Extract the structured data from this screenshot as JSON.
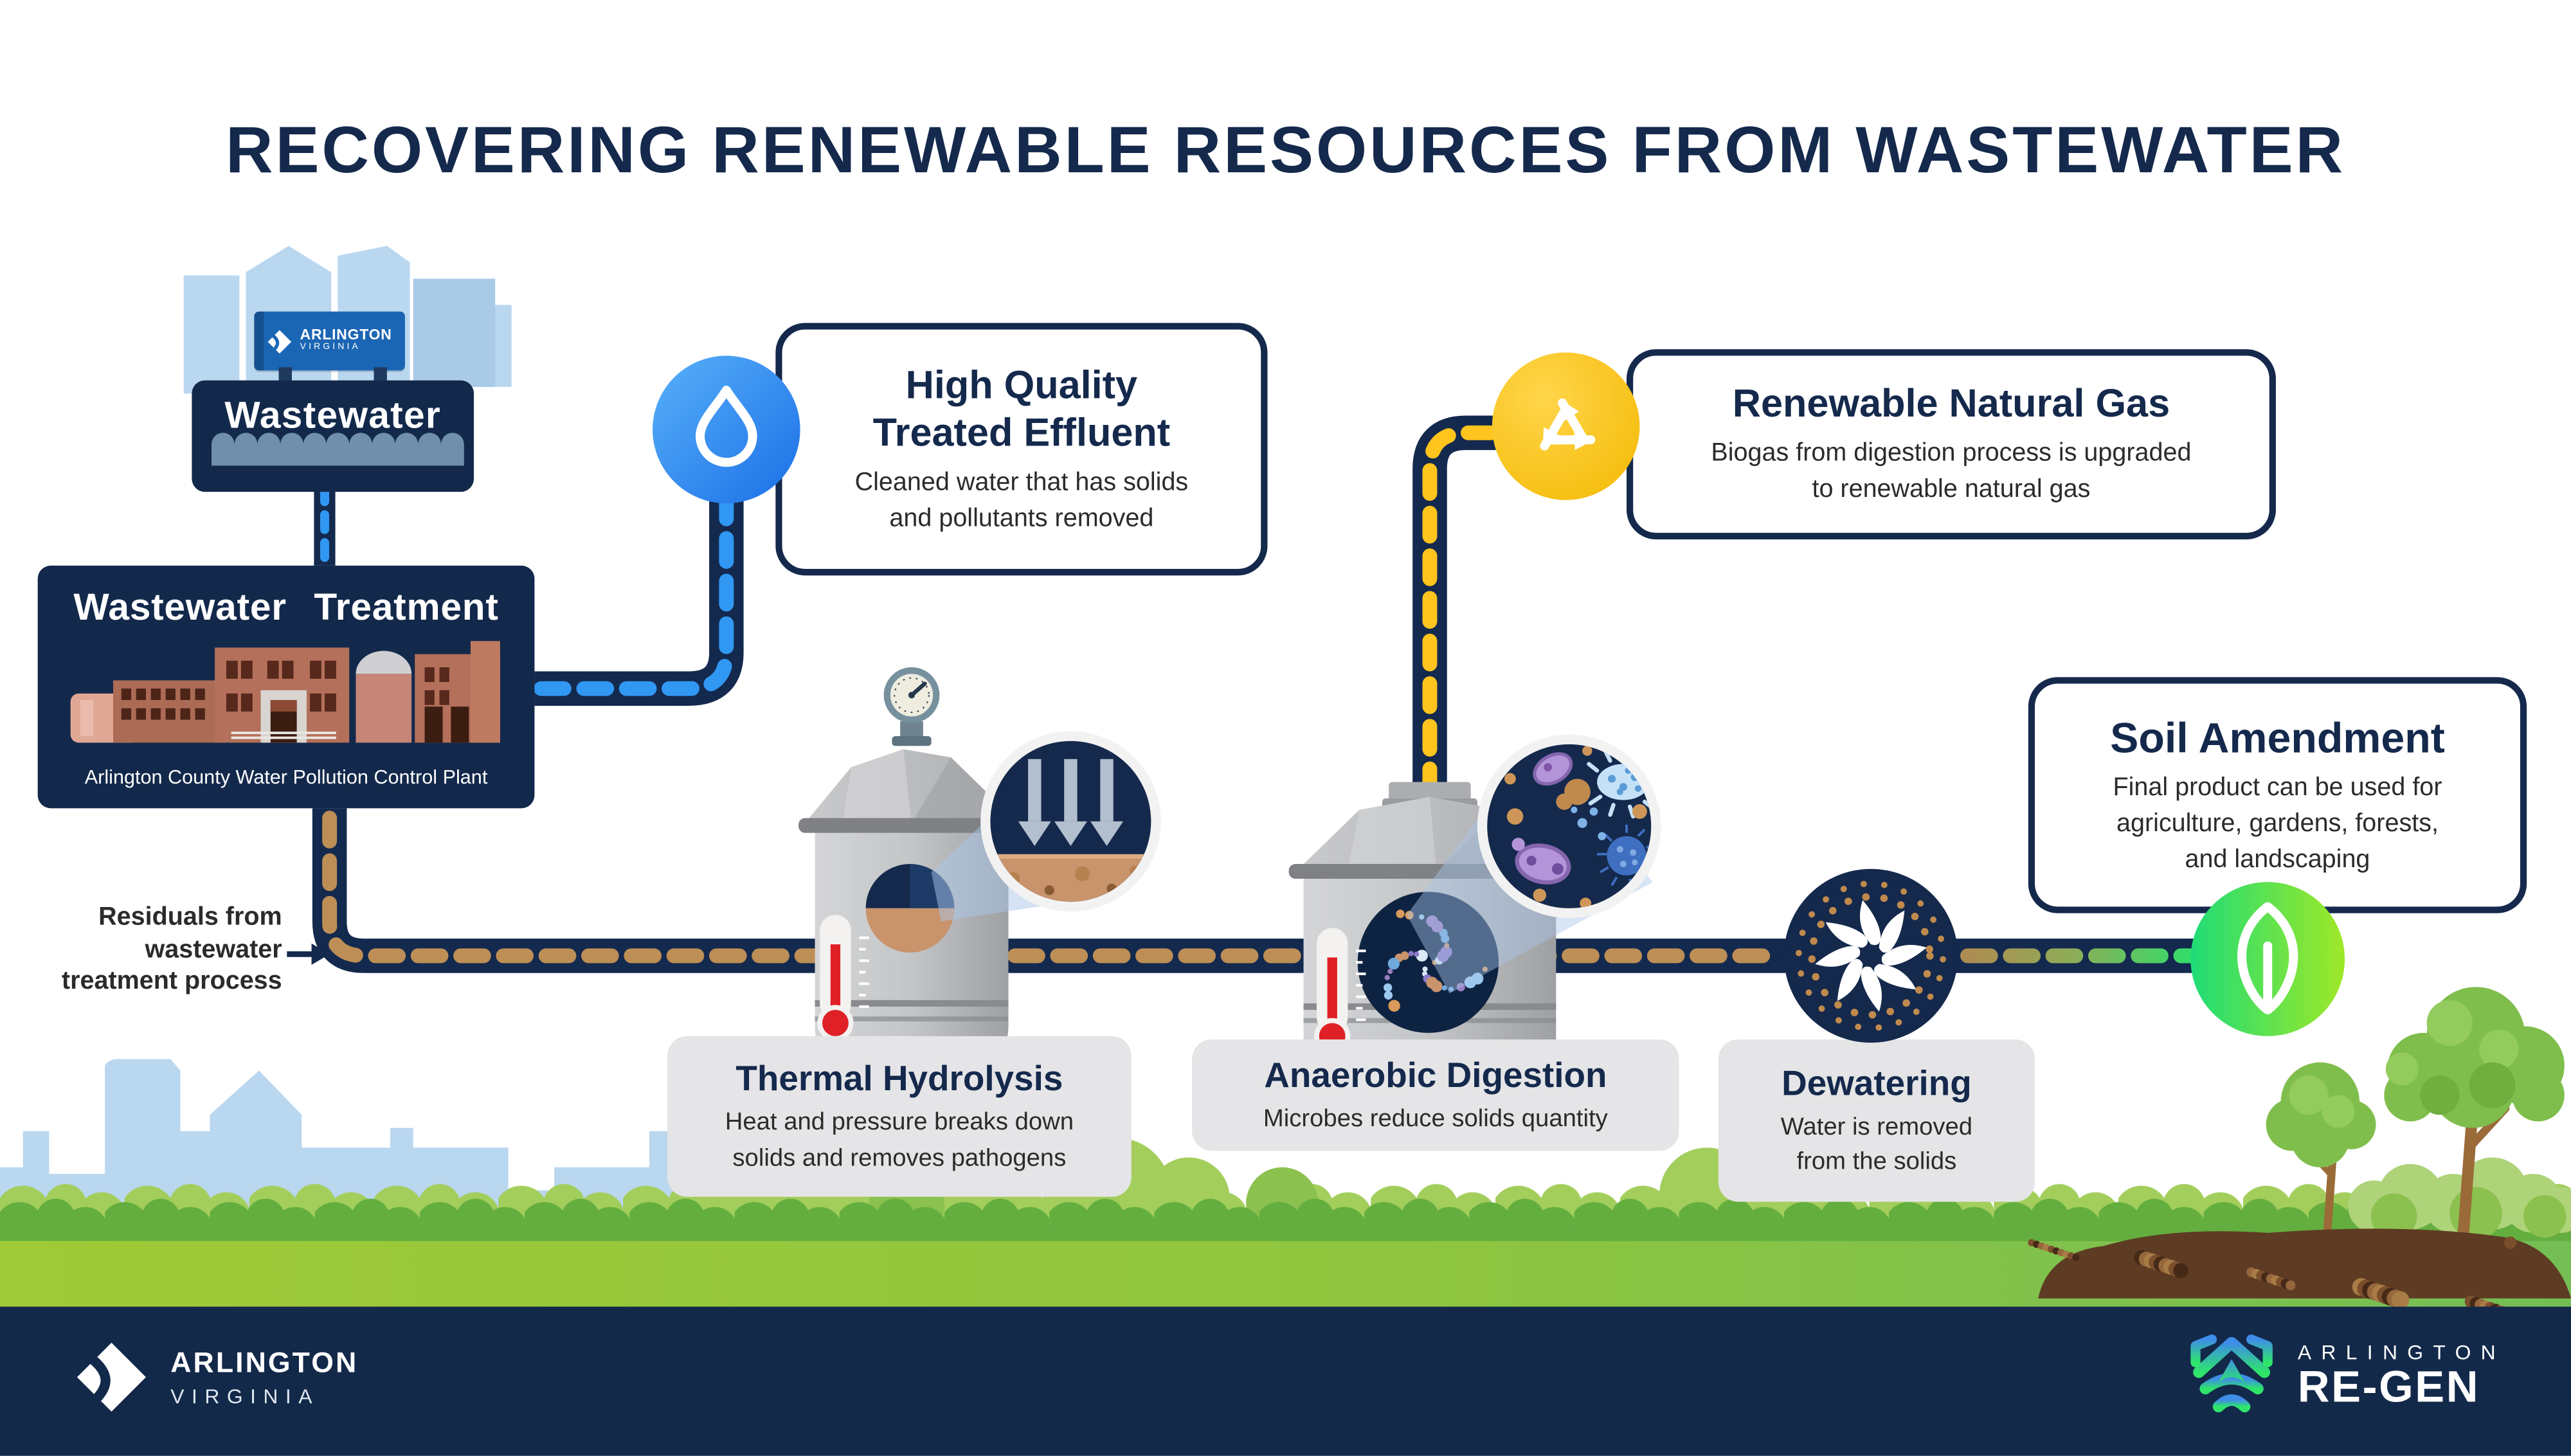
{
  "title": "RECOVERING RENEWABLE RESOURCES FROM WASTEWATER",
  "plant": {
    "sign": {
      "brand": "ARLINGTON",
      "region": "VIRGINIA"
    },
    "intake_label": "Wastewater",
    "treatment": {
      "title": "Wastewater Treatment",
      "caption": "Arlington County Water Pollution Control Plant"
    }
  },
  "residuals_label": "Residuals from\nwastewater\ntreatment process",
  "callouts": {
    "effluent": {
      "icon": "water-drop-icon",
      "title": "High Quality\nTreated Effluent",
      "body": "Cleaned water that has solids\nand pollutants removed"
    },
    "rng": {
      "icon": "recycle-icon",
      "title": "Renewable Natural Gas",
      "body": "Biogas from digestion process is upgraded\nto renewable natural gas"
    },
    "soil": {
      "icon": "leaf-icon",
      "title": "Soil Amendment",
      "body": "Final product can be used for\nagriculture, gardens, forests,\nand landscaping"
    }
  },
  "stages": {
    "thermal": {
      "title": "Thermal Hydrolysis",
      "body": "Heat and pressure breaks down\nsolids and removes pathogens"
    },
    "digestion": {
      "title": "Anaerobic Digestion",
      "body": "Microbes reduce solids quantity"
    },
    "dewatering": {
      "title": "Dewatering",
      "body": "Water is removed\nfrom the solids"
    }
  },
  "footer": {
    "county": {
      "name": "ARLINGTON",
      "region": "VIRGINIA"
    },
    "regen": {
      "top": "ARLINGTON",
      "bottom": "RE-GEN"
    }
  },
  "colors": {
    "navy": "#13294B",
    "pipe_navy": "#14294E",
    "blue_dash": "#3097F3",
    "yellow_dash": "#FFC41D",
    "tan_dash": "#BD8E55",
    "green_dash": "#2EE06C",
    "label_gray": "#E5E5E7",
    "sky_blue": "#BAD7F0",
    "bush_light": "#A3CE5C",
    "bush_dark": "#63AE3E",
    "grass": "#9AC839",
    "soil_brown": "#5E3B23",
    "sign_blue": "#1B66B4",
    "window_tan": "#C9936B",
    "thermometer_red": "#DF2127"
  }
}
